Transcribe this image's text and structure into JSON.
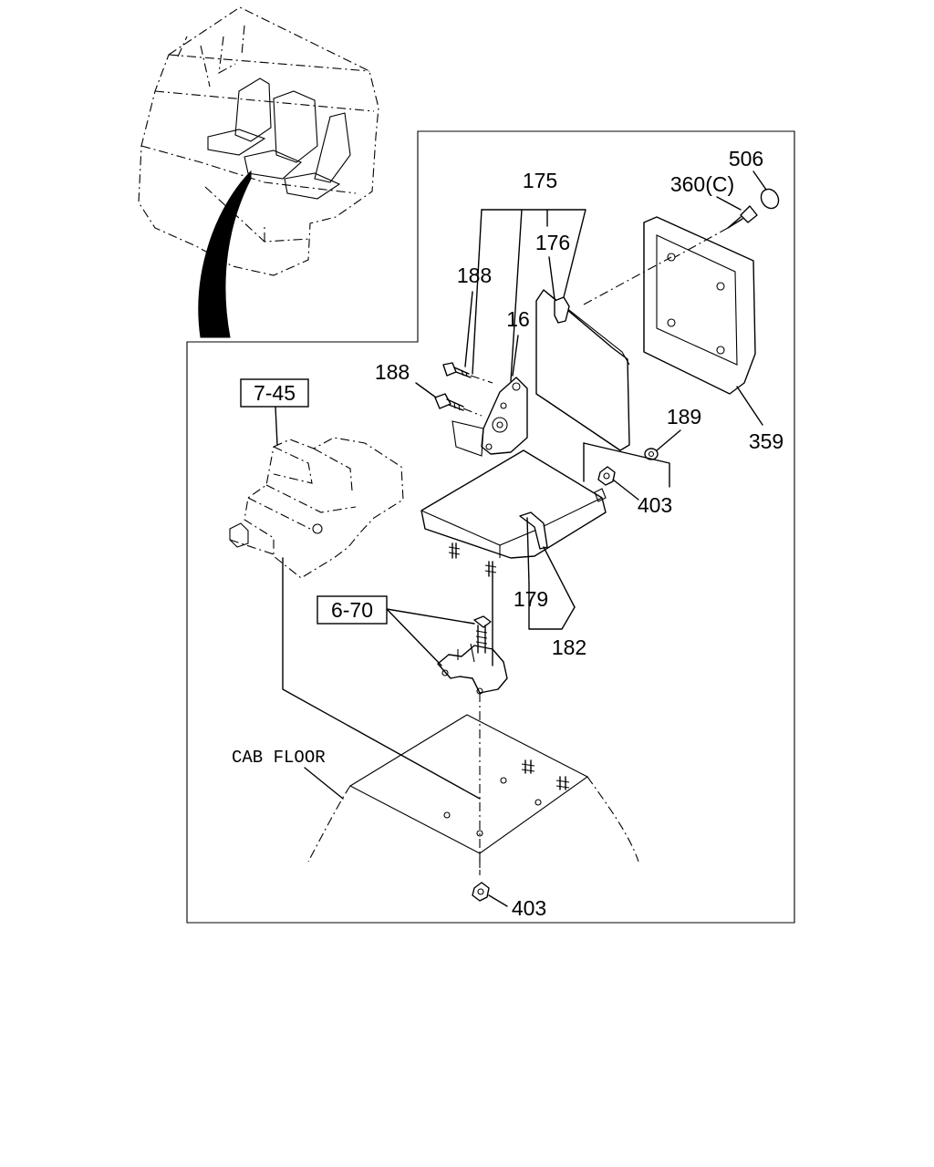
{
  "callouts": {
    "c175": "175",
    "c176": "176",
    "c188a": "188",
    "c188b": "188",
    "c16": "16",
    "c506": "506",
    "c360": "360(C)",
    "c359": "359",
    "c189": "189",
    "c403a": "403",
    "c403b": "403",
    "c179": "179",
    "c182": "182"
  },
  "references": {
    "r745": "7-45",
    "r670": "6-70"
  },
  "annotations": {
    "cab_floor": "CAB FLOOR"
  }
}
